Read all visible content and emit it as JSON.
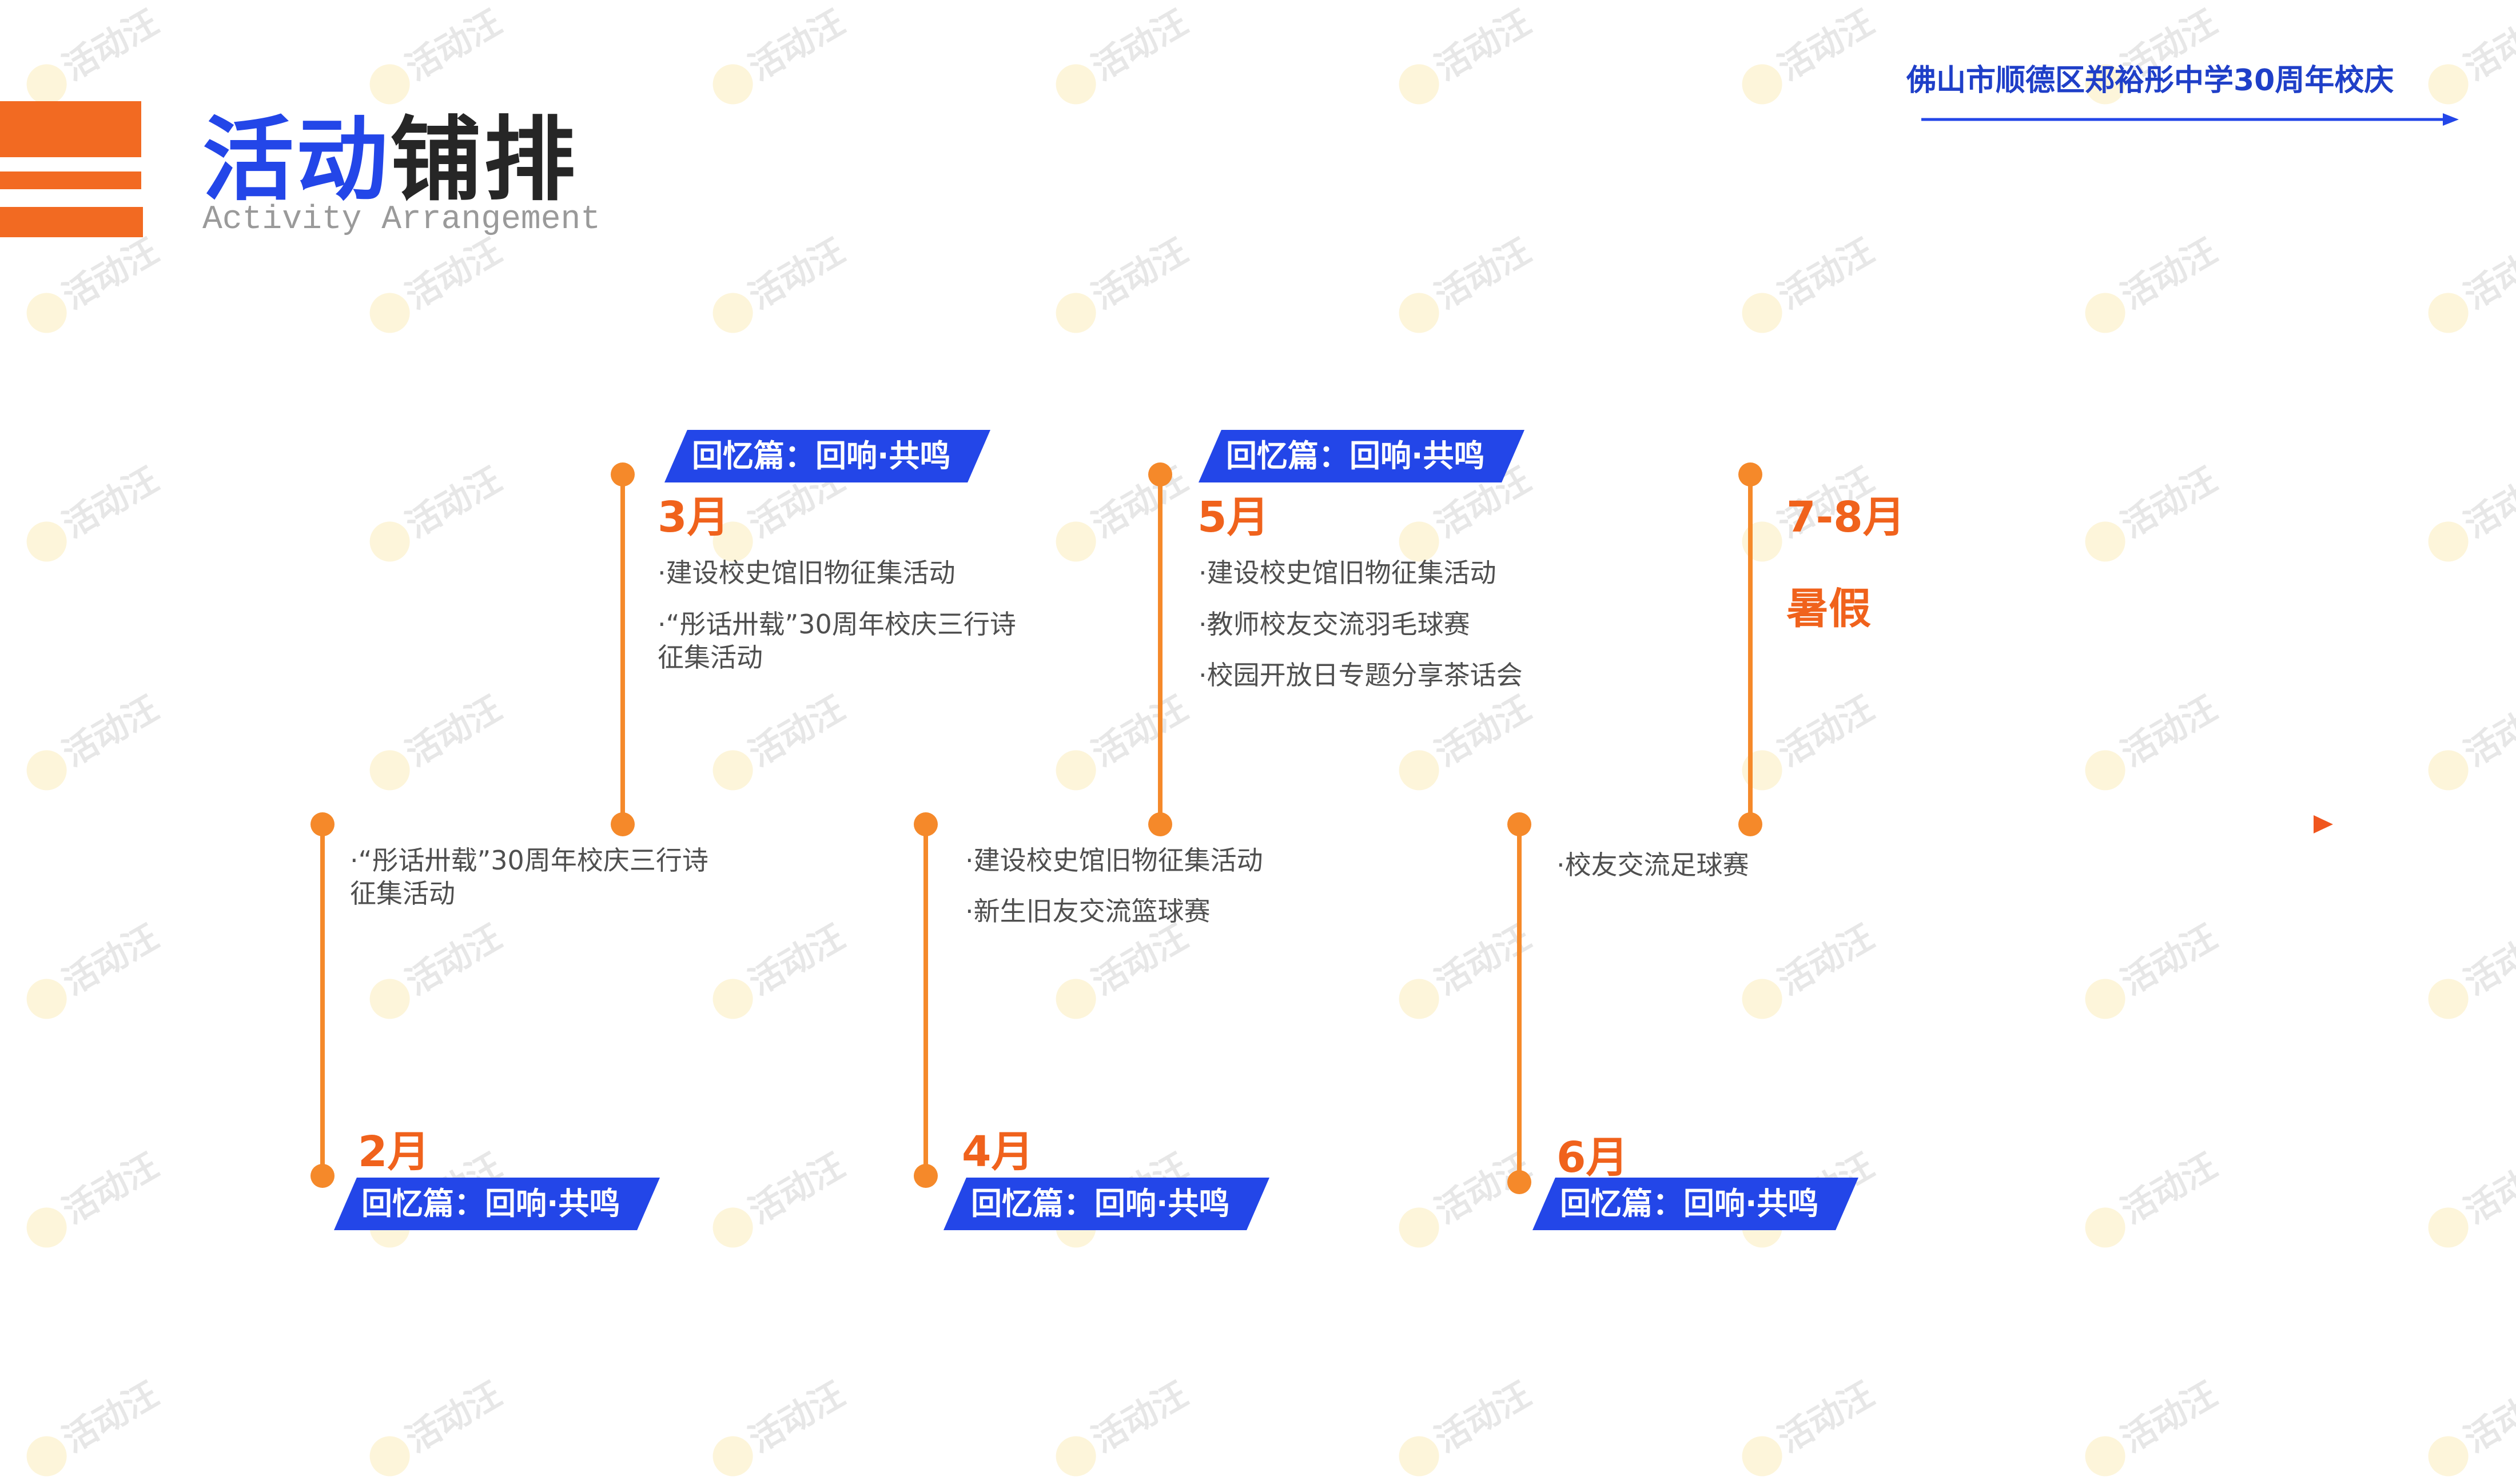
{
  "header": {
    "title_highlight": "活动",
    "title_rest": "铺排",
    "subtitle": "Activity Arrangement",
    "school": "佛山市顺德区郑裕彤中学30周年校庆"
  },
  "watermark": "活动汪",
  "colors": {
    "accent_orange": "#f26a22",
    "accent_blue": "#2346e8",
    "line_orange": "#f5892a"
  },
  "timeline": [
    {
      "month": "2月",
      "banner": "回忆篇：回响·共鸣",
      "items": [
        "·“彤话卅载”30周年校庆三行诗",
        "征集活动"
      ]
    },
    {
      "month": "3月",
      "banner": "回忆篇：回响·共鸣",
      "items": [
        "·建设校史馆旧物征集活动",
        "·“彤话卅载”30周年校庆三行诗",
        "征集活动"
      ]
    },
    {
      "month": "4月",
      "banner": "回忆篇：回响·共鸣",
      "items": [
        "·建设校史馆旧物征集活动",
        "·新生旧友交流篮球赛"
      ]
    },
    {
      "month": "5月",
      "banner": "回忆篇：回响·共鸣",
      "items": [
        "·建设校史馆旧物征集活动",
        "·教师校友交流羽毛球赛",
        "·校园开放日专题分享茶话会"
      ]
    },
    {
      "month": "6月",
      "banner": "回忆篇：回响·共鸣",
      "items": [
        "·校友交流足球赛"
      ]
    },
    {
      "month": "7-8月",
      "note": "暑假"
    }
  ]
}
